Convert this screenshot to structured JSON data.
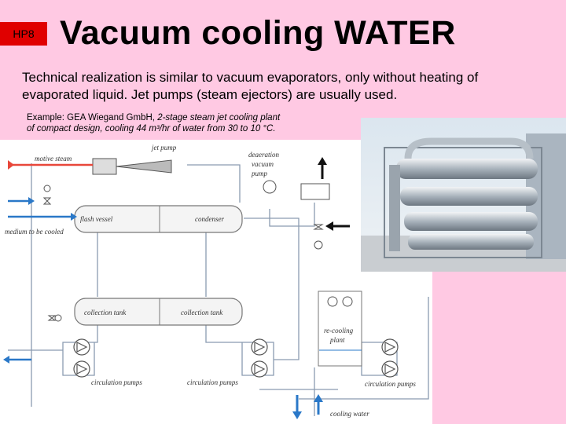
{
  "slide": {
    "badge": "HP8",
    "title": "Vacuum cooling WATER",
    "body": "Technical realization is similar to vacuum evaporators, only without heating of evaporated liquid. Jet pumps (steam ejectors) are usually used.",
    "caption_prefix": "Example: GEA Wiegand GmbH, ",
    "caption_italic_1": "2-stage steam jet cooling plant",
    "caption_italic_2": "of compact design, cooling 44 m³/hr of water from 30 to 10 °C."
  },
  "diagram": {
    "labels": {
      "motive_steam": "motive steam",
      "jet_pump": "jet pump",
      "deaeration_1": "deaeration",
      "deaeration_2": "vacuum",
      "deaeration_3": "pump",
      "flash_vessel": "flash vessel",
      "condenser": "condenser",
      "medium": "medium to be cooled",
      "collection_tank_1": "collection tank",
      "collection_tank_2": "collection tank",
      "recooling_1": "re-cooling",
      "recooling_2": "plant",
      "circ_pumps_1": "circulation pumps",
      "circ_pumps_2": "circulation pumps",
      "circ_pumps_3": "circulation pumps",
      "cooling_water": "cooling water"
    },
    "colors": {
      "red_flow": "#e8473a",
      "blue_flow": "#2a78c8",
      "black_flow": "#111111",
      "line": "#8a9bb0"
    }
  },
  "photo": {
    "subject": "steam jet cooling plant photograph"
  }
}
